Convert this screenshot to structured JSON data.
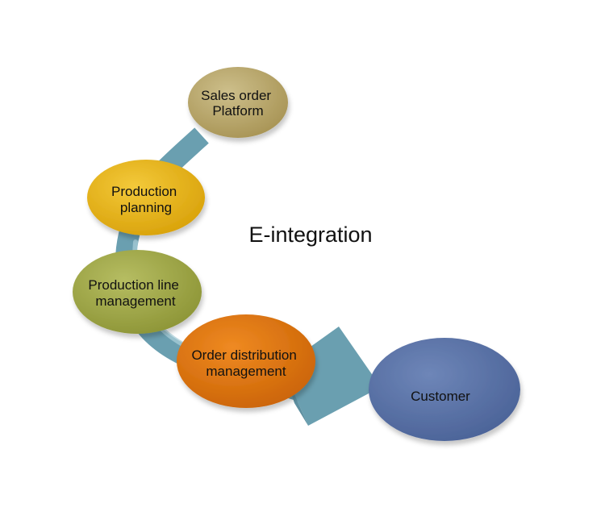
{
  "title": "E-integration",
  "colors": {
    "arrow": "#6a9fb0",
    "arrow_light": "#a9cdd8",
    "sales_order": "#b7a46a",
    "production_planning": "#e5b214",
    "production_line": "#a1a84a",
    "order_distribution": "#dc7410",
    "customer": "#5a72a5"
  },
  "nodes": {
    "sales_order": {
      "line1": "Sales order",
      "line2": "Platform"
    },
    "production_planning": {
      "line1": "Production",
      "line2": "planning"
    },
    "production_line": {
      "line1": "Production line",
      "line2": "management"
    },
    "order_distribution": {
      "line1": "Order distribution",
      "line2": "management"
    },
    "customer": {
      "line1": "Customer"
    }
  }
}
